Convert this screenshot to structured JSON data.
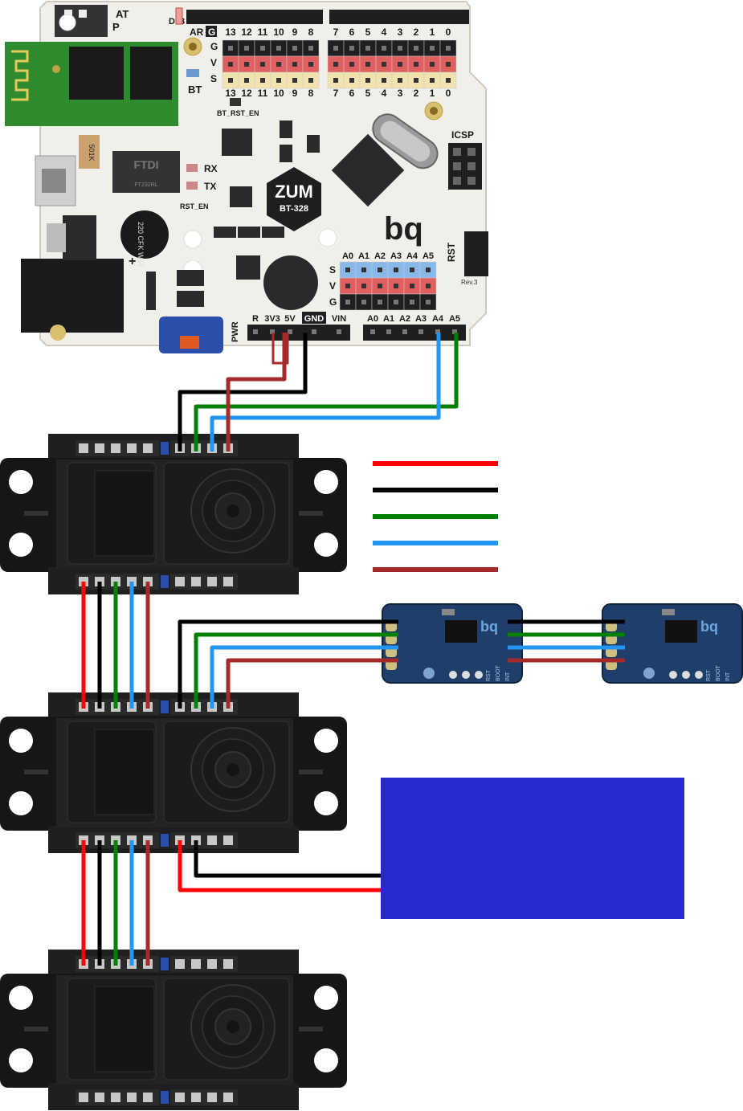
{
  "board": {
    "name": "ZUM",
    "model": "BT-328",
    "brand": "bq",
    "revision": "Rev.3",
    "ftdi_label": "FTDI",
    "ftdi_chip": "FT232RL",
    "inductor": "220 CFK W53",
    "resistor": "501K",
    "dip_p": "P",
    "dip_at": "AT",
    "label_d13": "D13",
    "label_ar": "AR",
    "label_g_top": "G",
    "label_bt": "BT",
    "label_bt_rst": "BT_RST_EN",
    "label_rx": "RX",
    "label_tx": "TX",
    "label_rst_en": "RST_EN",
    "label_icsp": "ICSP",
    "label_rst": "RST",
    "label_pwr": "PWR",
    "row_g": "G",
    "row_v": "V",
    "row_s": "S",
    "digital_pins_left": [
      "13",
      "12",
      "11",
      "10",
      "9",
      "8"
    ],
    "digital_pins_right": [
      "7",
      "6",
      "5",
      "4",
      "3",
      "2",
      "1",
      "0"
    ],
    "analog_pins": [
      "A0",
      "A1",
      "A2",
      "A3",
      "A4",
      "A5"
    ],
    "power_pins": [
      "R",
      "3V3",
      "5V",
      "GND",
      "VIN"
    ],
    "plus_sign": "+"
  },
  "sensor": {
    "brand": "bq",
    "pins": [
      "RST",
      "BOOT",
      "INT"
    ]
  },
  "colors": {
    "red": "#ff0000",
    "black": "#000000",
    "green": "#008000",
    "blue": "#2196f3",
    "brown": "#a52a2a",
    "battery": "#2929d0"
  },
  "legend": {
    "wire_colors": [
      "red",
      "black",
      "green",
      "blue",
      "brown"
    ]
  }
}
